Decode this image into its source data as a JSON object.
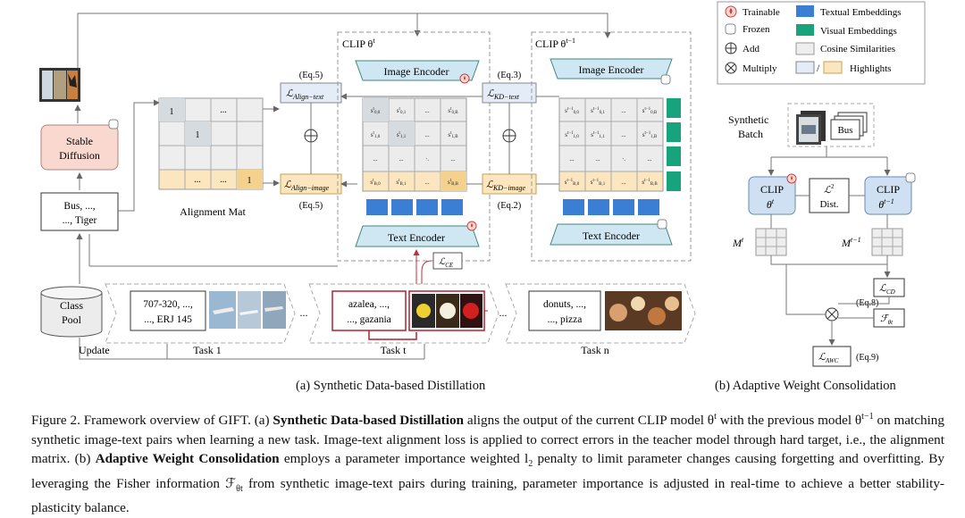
{
  "legend": {
    "trainable": "Trainable",
    "frozen": "Frozen",
    "add": "Add",
    "multiply": "Multiply",
    "textual": "Textual Embeddings",
    "visual": "Visual Embeddings",
    "cosine": "Cosine Similarities",
    "highlights": "Highlights"
  },
  "diagram_a": {
    "stable_diffusion": [
      "Stable",
      "Diffusion"
    ],
    "class_names": [
      "Bus, ...,",
      "..., Tiger"
    ],
    "class_pool": [
      "Class",
      "Pool"
    ],
    "update": "Update",
    "alignment_mat": "Alignment Mat",
    "clip_t": "CLIP θ",
    "clip_t_sup": "t",
    "clip_t1": "CLIP θ",
    "clip_t1_sup": "t−1",
    "image_encoder": "Image Encoder",
    "text_encoder": "Text Encoder",
    "eq5_top": "(Eq.5)",
    "eq5_bottom": "(Eq.5)",
    "eq3": "(Eq.3)",
    "eq2": "(Eq.2)",
    "l_align_text": "ℒ",
    "l_align_text_sub": "Align−text",
    "l_align_image": "ℒ",
    "l_align_image_sub": "Align−image",
    "l_kd_text": "ℒ",
    "l_kd_text_sub": "KD−text",
    "l_kd_image": "ℒ",
    "l_kd_image_sub": "KD−image",
    "l_ce": "ℒ",
    "l_ce_sub": "CE",
    "task1_text": [
      "707-320, ...,",
      "..., ERJ 145"
    ],
    "taskt_text": [
      "azalea, ...,",
      "..., gazania"
    ],
    "taskn_text": [
      "donuts, ...,",
      "..., pizza"
    ],
    "task1": "Task 1",
    "taskt": "Task t",
    "taskn": "Task n",
    "ellipsis": "...",
    "matrix_one": "1",
    "matrix_dots": "..."
  },
  "diagram_b": {
    "synthetic_batch": [
      "Synthetic",
      "Batch"
    ],
    "bus": "Bus",
    "clip": "CLIP",
    "theta_t": "θ",
    "theta_t_sup": "t",
    "theta_t1_sup": "t−1",
    "l2": "ℒ",
    "l2_sup": "2",
    "dist": "Dist.",
    "m_t": "M",
    "m_t_sup": "t",
    "m_t1_sup": "t−1",
    "l_cd": "ℒ",
    "l_cd_sub": "CD",
    "eq8": "(Eq.8)",
    "fisher": "ℱ",
    "fisher_sub": "θt",
    "l_awc": "ℒ",
    "l_awc_sub": "AWC",
    "eq9": "(Eq.9)"
  },
  "subcaptions": {
    "a": "(a) Synthetic Data-based Distillation",
    "b": "(b) Adaptive Weight Consolidation"
  },
  "caption": {
    "prefix": "Figure 2.  Framework overview of GIFT. (a) ",
    "bold_a": "Synthetic Data-based Distillation",
    "text_a": " aligns the output of the current CLIP model θ",
    "sup_t": "t",
    "text_a2": " with the previous model θ",
    "sup_t1": "t−1",
    "text_a3": " on matching synthetic image-text pairs when learning a new task.  Image-text alignment loss is applied to correct errors in the teacher model through hard target, i.e., the alignment matrix.  (b) ",
    "bold_b": "Adaptive Weight Consolidation",
    "text_b": " employs a parameter importance weighted l",
    "sub_2": "2",
    "text_b2": " penalty to limit parameter changes causing forgetting and overfitting.  By leveraging the Fisher information ℱ",
    "sub_theta": "θt",
    "text_b3": " from synthetic image-text pairs during training, parameter importance is adjusted in real-time to achieve a better stability-plasticity balance."
  },
  "colors": {
    "textual": "#3b7fd4",
    "visual": "#17a37c",
    "highlight": "#fbe6bf",
    "cosine": "#e6e6e6",
    "encoder": "#cfe6f3",
    "stable_diffusion": "#f9d9cf",
    "clip_box": "#cfe0f3",
    "red": "#c0303a"
  }
}
